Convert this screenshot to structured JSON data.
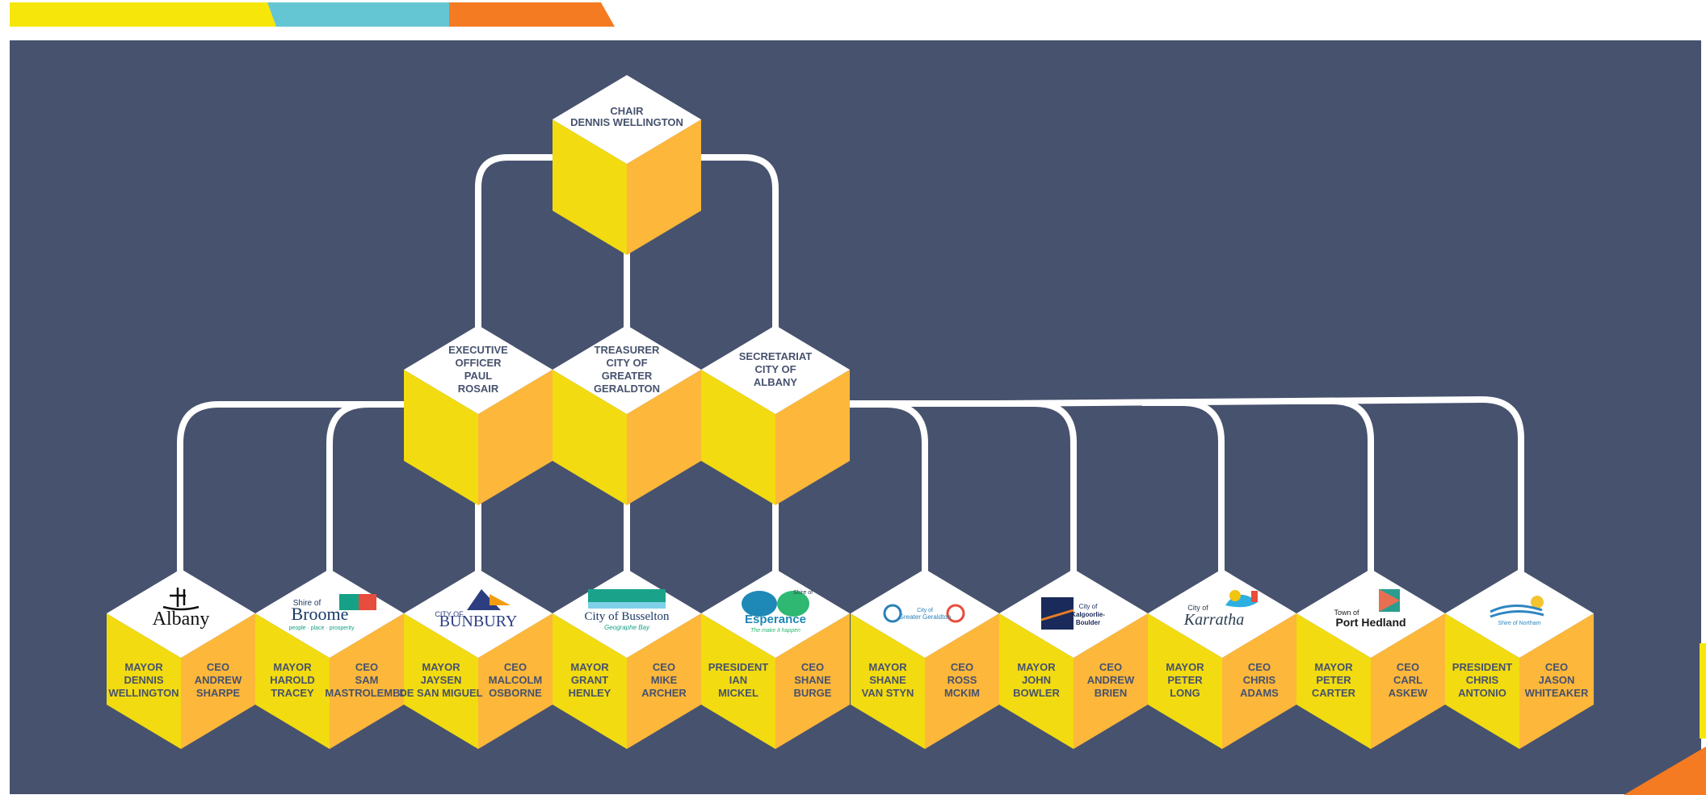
{
  "colors": {
    "background": "#ffffff",
    "panel": "#47526e",
    "cube_top": "#ffffff",
    "cube_left": "#f2db10",
    "cube_right": "#fdb73a",
    "text": "#47526e",
    "accent_yellow": "#f6e60a",
    "accent_teal": "#64c6d3",
    "accent_orange": "#f47b21"
  },
  "executive": {
    "chair": [
      "CHAIR",
      "DENNIS WELLINGTON"
    ],
    "officers": [
      [
        "EXECUTIVE",
        "OFFICER",
        "PAUL",
        "ROSAIR"
      ],
      [
        "TREASURER",
        "CITY OF",
        "GREATER",
        "GERALDTON"
      ],
      [
        "SECRETARIAT",
        "CITY OF",
        "ALBANY"
      ]
    ]
  },
  "councils": [
    {
      "logo": {
        "icon": "albany-logo",
        "lines": [
          "Albany"
        ]
      },
      "left": [
        "MAYOR",
        "DENNIS",
        "WELLINGTON"
      ],
      "right": [
        "CEO",
        "ANDREW",
        "SHARPE"
      ]
    },
    {
      "logo": {
        "icon": "broome-logo",
        "lines": [
          "Shire of",
          "Broome",
          "people · place · prosperity"
        ]
      },
      "left": [
        "MAYOR",
        "HAROLD",
        "TRACEY"
      ],
      "right": [
        "CEO",
        "SAM",
        "MASTROLEMBO"
      ]
    },
    {
      "logo": {
        "icon": "bunbury-logo",
        "lines": [
          "CITY OF",
          "BUNBURY"
        ]
      },
      "left": [
        "MAYOR",
        "JAYSEN",
        "DE SAN MIGUEL"
      ],
      "right": [
        "CEO",
        "MALCOLM",
        "OSBORNE"
      ]
    },
    {
      "logo": {
        "icon": "busselton-logo",
        "lines": [
          "City of Busselton",
          "Geographe Bay"
        ]
      },
      "left": [
        "MAYOR",
        "GRANT",
        "HENLEY"
      ],
      "right": [
        "CEO",
        "MIKE",
        "ARCHER"
      ]
    },
    {
      "logo": {
        "icon": "esperance-logo",
        "lines": [
          "Shire of",
          "Esperance",
          "The make it happen"
        ]
      },
      "left": [
        "PRESIDENT",
        "IAN",
        "MICKEL"
      ],
      "right": [
        "CEO",
        "SHANE",
        "BURGE"
      ]
    },
    {
      "logo": {
        "icon": "greater-geraldton-logo",
        "lines": [
          "City of",
          "Greater Geraldton"
        ]
      },
      "left": [
        "MAYOR",
        "SHANE",
        "VAN STYN"
      ],
      "right": [
        "CEO",
        "ROSS",
        "MCKIM"
      ]
    },
    {
      "logo": {
        "icon": "kalgoorlie-boulder-logo",
        "lines": [
          "City of",
          "Kalgoorlie-",
          "Boulder"
        ]
      },
      "left": [
        "MAYOR",
        "JOHN",
        "BOWLER"
      ],
      "right": [
        "CEO",
        "ANDREW",
        "BRIEN"
      ]
    },
    {
      "logo": {
        "icon": "karratha-logo",
        "lines": [
          "City of",
          "Karratha"
        ]
      },
      "left": [
        "MAYOR",
        "PETER",
        "LONG"
      ],
      "right": [
        "CEO",
        "CHRIS",
        "ADAMS"
      ]
    },
    {
      "logo": {
        "icon": "port-hedland-logo",
        "lines": [
          "Town of",
          "Port Hedland"
        ]
      },
      "left": [
        "MAYOR",
        "PETER",
        "CARTER"
      ],
      "right": [
        "CEO",
        "CARL",
        "ASKEW"
      ]
    },
    {
      "logo": {
        "icon": "northam-logo",
        "lines": [
          "Shire of Northam"
        ]
      },
      "left": [
        "PRESIDENT",
        "CHRIS",
        "ANTONIO"
      ],
      "right": [
        "CEO",
        "JASON",
        "WHITEAKER"
      ]
    }
  ]
}
